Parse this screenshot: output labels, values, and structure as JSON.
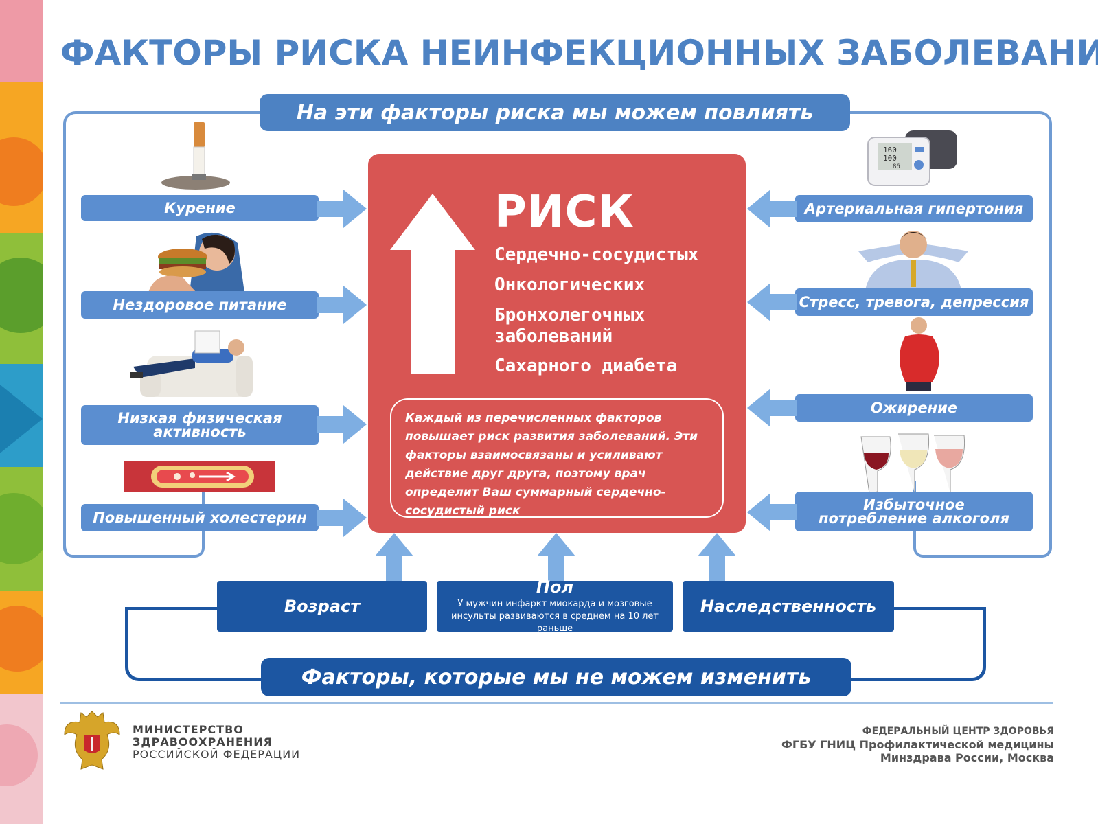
{
  "title": "ФАКТОРЫ РИСКА НЕИНФЕКЦИОННЫХ ЗАБОЛЕВАНИЙ",
  "modifiable_header": "На эти факторы риска мы можем повлиять",
  "left_factors": [
    {
      "label": "Курение",
      "icon": "cigarette"
    },
    {
      "label": "Нездоровое питание",
      "icon": "burger-eating"
    },
    {
      "label": "Низкая физическая активность",
      "icon": "couch-potato"
    },
    {
      "label": "Повышенный холестерин",
      "icon": "blood-vessel"
    }
  ],
  "right_factors": [
    {
      "label": "Артериальная гипертония",
      "icon": "blood-pressure-monitor"
    },
    {
      "label": "Стресс, тревога, депрессия",
      "icon": "stressed-man"
    },
    {
      "label": "Ожирение",
      "icon": "obese-man"
    },
    {
      "label": "Избыточное потребление алкоголя",
      "icon": "wine-glasses"
    }
  ],
  "monitor_readings": [
    "160",
    "100",
    "86"
  ],
  "risk": {
    "title": "РИСК",
    "diseases": [
      "Сердечно-сосудистых",
      "Онкологических",
      "Бронхолегочных заболеваний",
      "Сахарного диабета"
    ],
    "note": "Каждый из перечисленных факторов повышает риск развития заболеваний. Эти факторы взаимосвязаны и усиливают действие друг друга, поэтому врач определит Ваш суммарный сердечно-сосудистый риск"
  },
  "nonmodifiable": [
    {
      "label": "Возраст",
      "sub": ""
    },
    {
      "label": "Пол",
      "sub": "У мужчин инфаркт миокарда и мозговые инсульты развиваются в среднем на 10 лет раньше"
    },
    {
      "label": "Наследственность",
      "sub": ""
    }
  ],
  "nonmodifiable_header": "Факторы, которые мы не можем изменить",
  "footer": {
    "ministry": [
      "МИНИСТЕРСТВО",
      "ЗДРАВООХРАНЕНИЯ",
      "РОССИЙСКОЙ ФЕДЕРАЦИИ"
    ],
    "center": [
      "ФЕДЕРАЛЬНЫЙ ЦЕНТР ЗДОРОВЬЯ",
      "ФГБУ ГНИЦ Профилактической медицины",
      "Минздрава России,  Москва"
    ]
  },
  "colors": {
    "title_blue": "#4d82c3",
    "bar_blue": "#5b8ed0",
    "arrow_blue": "#7eaee2",
    "risk_red": "#d85553",
    "dark_blue": "#1c56a2"
  }
}
